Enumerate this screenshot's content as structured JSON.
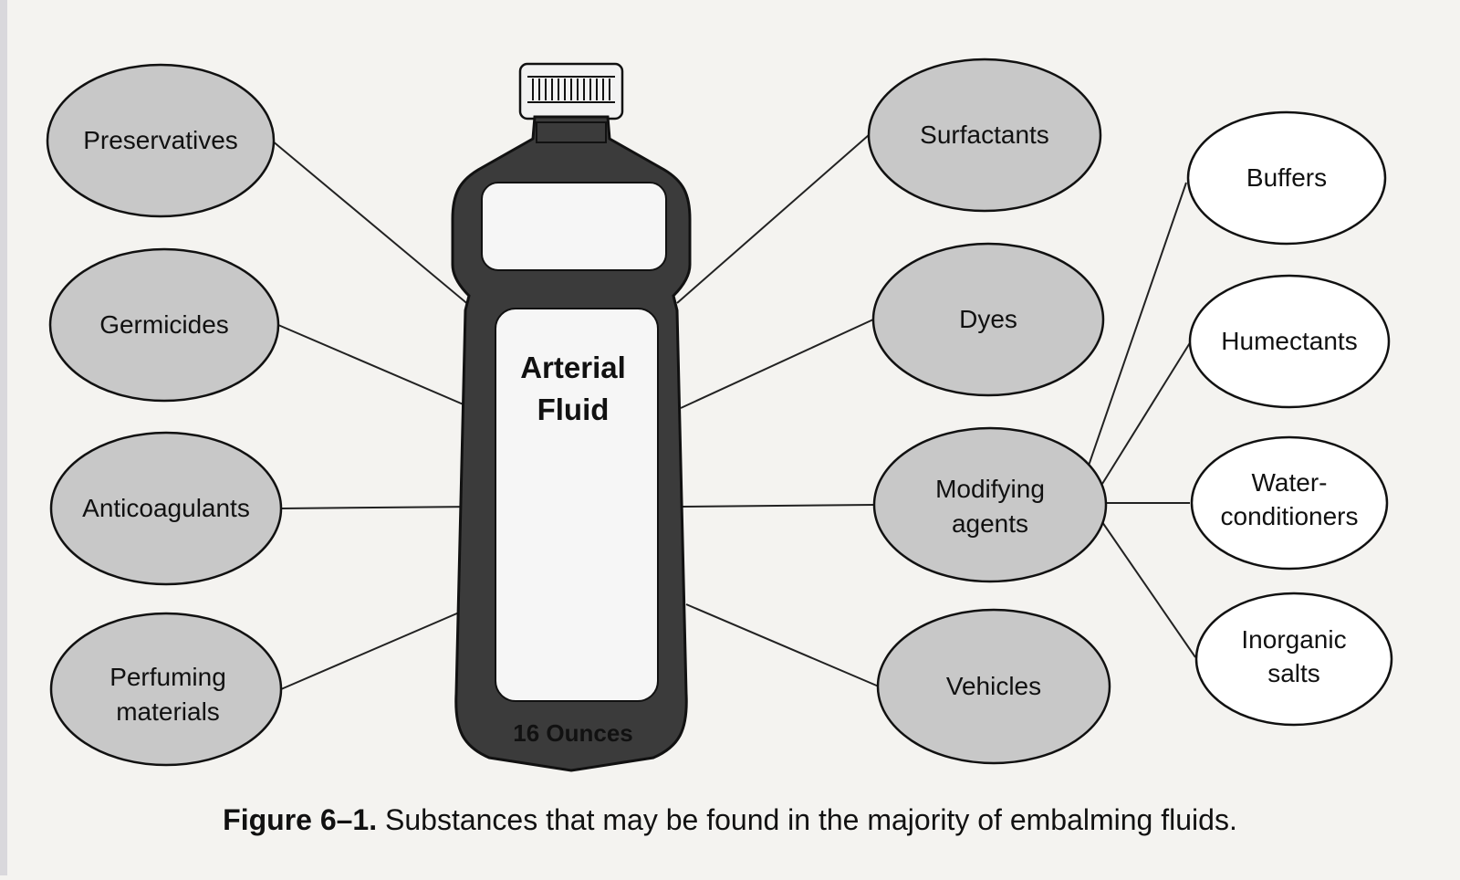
{
  "diagram": {
    "bottle": {
      "label_line1": "Arterial",
      "label_line2": "Fluid",
      "volume_label": "16 Ounces"
    },
    "left_nodes": [
      {
        "id": "preservatives",
        "lines": [
          "Preservatives"
        ]
      },
      {
        "id": "germicides",
        "lines": [
          "Germicides"
        ]
      },
      {
        "id": "anticoagulants",
        "lines": [
          "Anticoagulants"
        ]
      },
      {
        "id": "perfuming-materials",
        "lines": [
          "Perfuming",
          "materials"
        ]
      }
    ],
    "right_nodes": [
      {
        "id": "surfactants",
        "lines": [
          "Surfactants"
        ]
      },
      {
        "id": "dyes",
        "lines": [
          "Dyes"
        ]
      },
      {
        "id": "modifying-agents",
        "lines": [
          "Modifying",
          "agents"
        ]
      },
      {
        "id": "vehicles",
        "lines": [
          "Vehicles"
        ]
      }
    ],
    "modifier_nodes": [
      {
        "id": "buffers",
        "lines": [
          "Buffers"
        ]
      },
      {
        "id": "humectants",
        "lines": [
          "Humectants"
        ]
      },
      {
        "id": "water-conditioners",
        "lines": [
          "Water-",
          "conditioners"
        ]
      },
      {
        "id": "inorganic-salts",
        "lines": [
          "Inorganic",
          "salts"
        ]
      }
    ],
    "colors": {
      "shaded_node_fill": "#c8c8c8",
      "plain_node_fill": "#ffffff",
      "bottle_fill": "#3a3a3a",
      "outline": "#111111"
    }
  },
  "caption": {
    "figure_number": "Figure 6–1.",
    "text": "Substances that may be found in the majority of embalming fluids."
  }
}
